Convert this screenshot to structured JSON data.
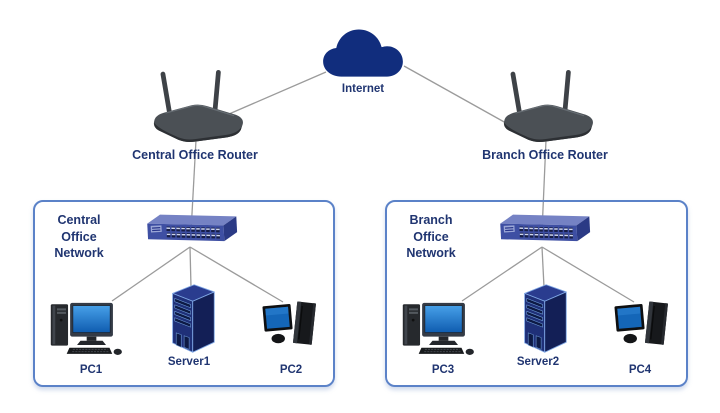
{
  "diagram_type": "network-topology",
  "colors": {
    "cloud_fill": "#112d7d",
    "label_text": "#203571",
    "box_border": "#5b82c8",
    "connection_line": "#9b9b9b",
    "switch_front": "#3e4fa3",
    "switch_top": "#7582c4",
    "server_front": "#1f3078",
    "router_body": "#4b5055",
    "screen_blue": "#1769c2"
  },
  "internet": {
    "label": "Internet"
  },
  "routers": {
    "central": {
      "label": "Central Office Router"
    },
    "branch": {
      "label": "Branch Office Router"
    }
  },
  "networks": {
    "central": {
      "name": [
        "Central",
        "Office",
        "Network"
      ],
      "devices": {
        "pc_left": "PC1",
        "server": "Server1",
        "pc_right": "PC2"
      }
    },
    "branch": {
      "name": [
        "Branch",
        "Office",
        "Network"
      ],
      "devices": {
        "pc_left": "PC3",
        "server": "Server2",
        "pc_right": "PC4"
      }
    }
  }
}
